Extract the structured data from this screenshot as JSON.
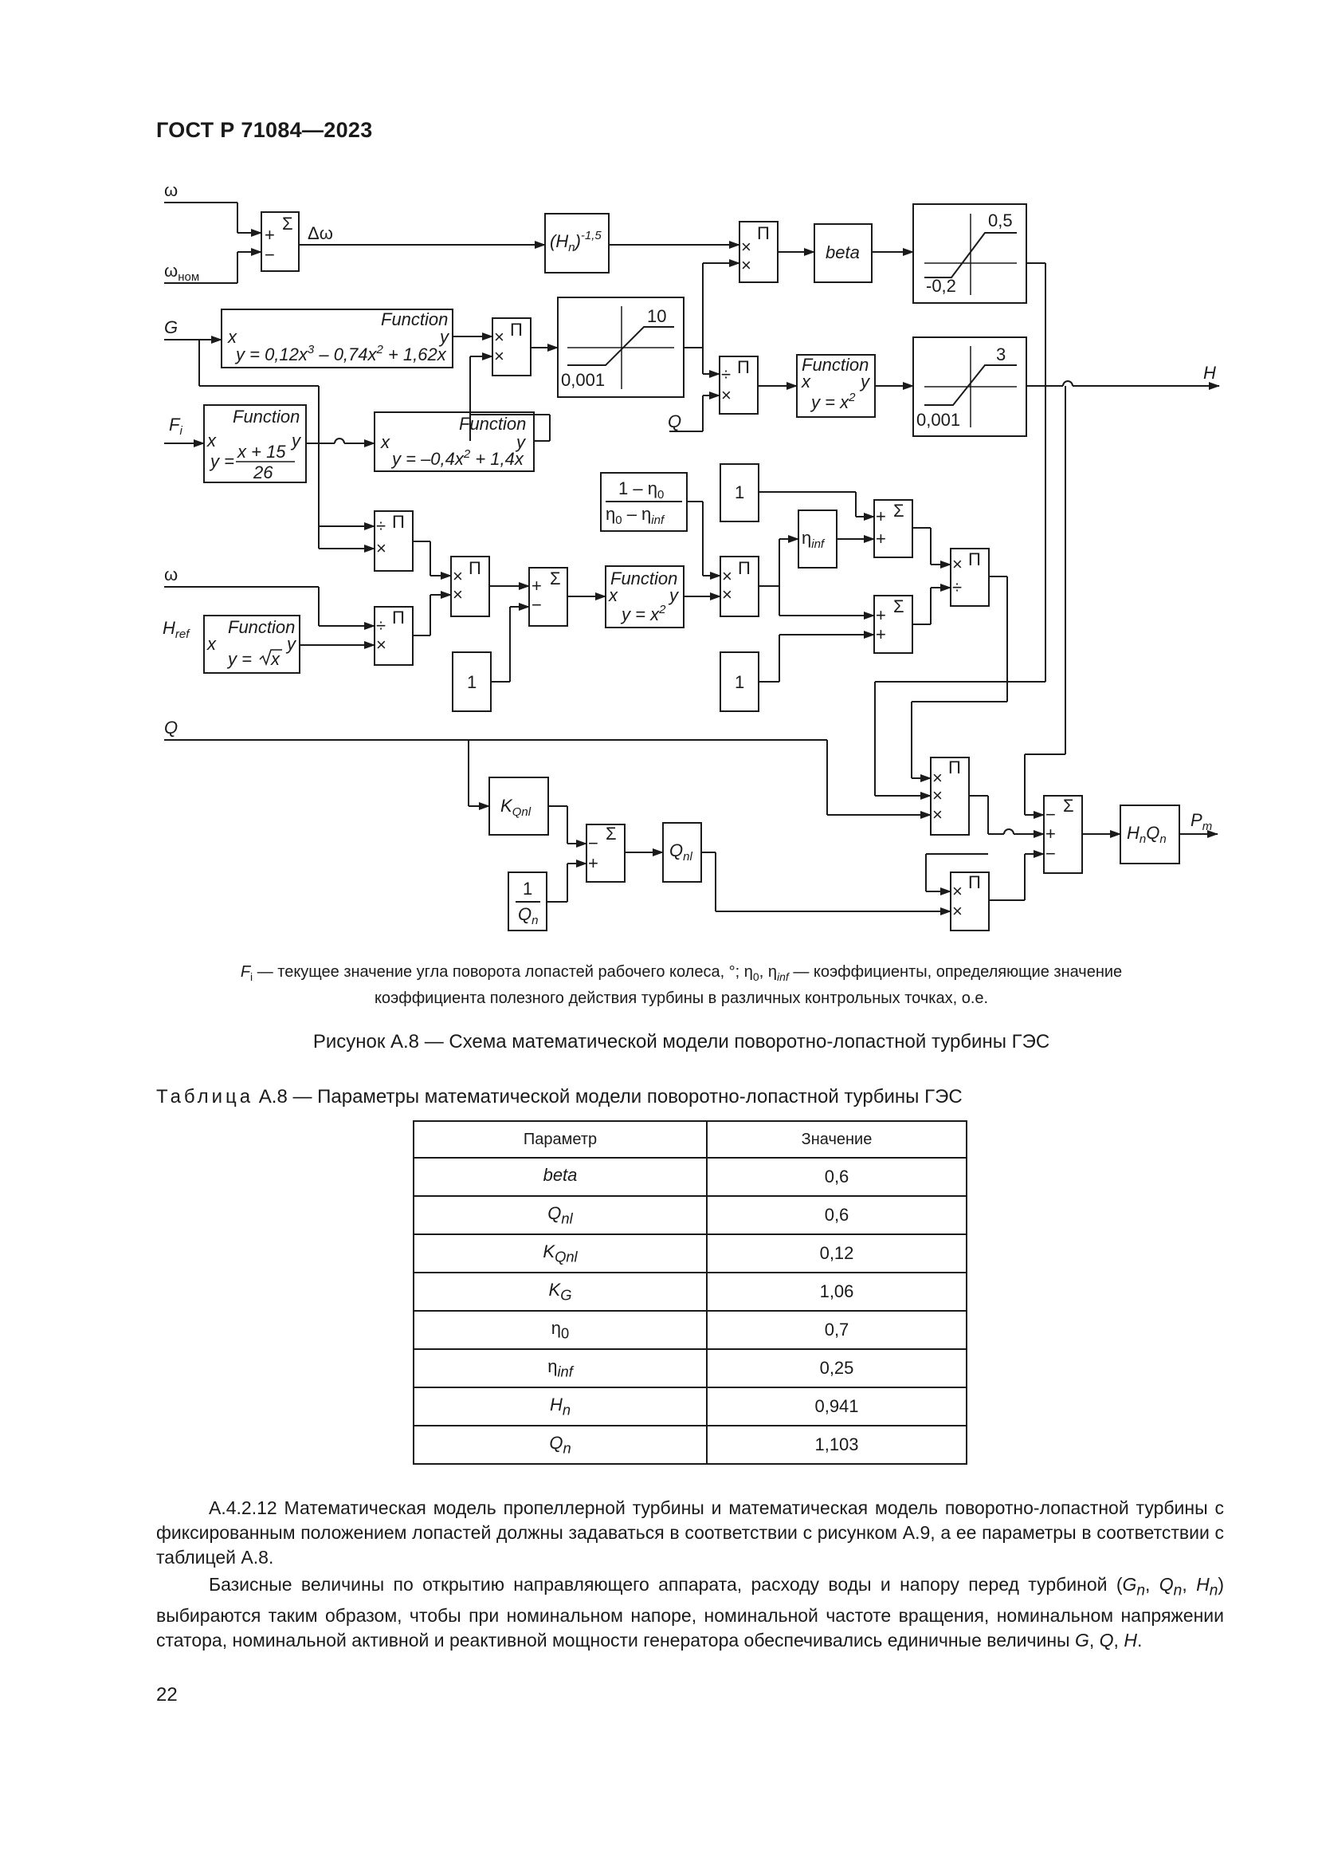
{
  "header": {
    "standard": "ГОСТ Р 71084—2023"
  },
  "diagram": {
    "inputs": {
      "omega": "ω",
      "omega_nom": "ω",
      "omega_nom_sub": "ном",
      "G": "G",
      "Fi": "F",
      "Fi_sub": "i",
      "omega2": "ω",
      "Href": "H",
      "Href_sub": "ref",
      "Q1": "Q",
      "Q2": "Q"
    },
    "signals": {
      "delta_omega": "Δω",
      "H_out": "H",
      "Pm": "P",
      "Pm_sub": "m"
    },
    "ops": {
      "sum": "Σ",
      "prod": "Π",
      "plus": "+",
      "minus": "−",
      "mul": "×",
      "div": "÷"
    },
    "blocks": {
      "hn_pow": {
        "base": "(H",
        "sub": "n",
        "close": ")",
        "exp": "-1,5"
      },
      "beta": "beta",
      "function_word": "Function",
      "fx": "x",
      "fy": "y",
      "f_G": {
        "y": "y = 0,12x",
        "e1": "3",
        "m1": " – 0,74x",
        "e2": "2",
        "m2": " + 1,62x"
      },
      "f_Fi": {
        "lhs": "y =",
        "num": "x + 15",
        "den": "26"
      },
      "f_mid": {
        "y": "y = –0,4x",
        "e1": "2",
        "m1": " + 1,4x"
      },
      "f_sq": {
        "y": "y = x",
        "e1": "2"
      },
      "f_sqrt": {
        "y": "y = ",
        "rad": "x"
      },
      "sat1": {
        "hi": "0,5",
        "lo": "-0,2"
      },
      "sat2": {
        "hi": "10",
        "lo": "0,001"
      },
      "sat3": {
        "hi": "3",
        "lo": "0,001"
      },
      "eta_frac": {
        "num": "1 – η",
        "num_sub": "0",
        "den_a": "η",
        "den_a_sub": "0",
        "den_b": " – η",
        "den_b_sub": "inf"
      },
      "one": "1",
      "eta_inf": {
        "eta": "η",
        "sub": "inf"
      },
      "kqnl": {
        "k": "K",
        "sub": "Qnl"
      },
      "qnl": {
        "q": "Q",
        "sub": "nl"
      },
      "inv_qn": {
        "num": "1",
        "den": "Q",
        "den_sub": "n"
      },
      "hnqn": {
        "h": "H",
        "hs": "n",
        "q": "Q",
        "qs": "n"
      }
    }
  },
  "note": {
    "l1_a": "F",
    "l1_a_sub": "i",
    "l1_b": " — текущее значение угла поворота лопастей рабочего колеса, °; η",
    "l1_c_sub": "0",
    "l1_d": ", η",
    "l1_e_sub": "inf",
    "l1_f": " — коэффициенты, определяющие значение",
    "l2": "коэффициента полезного действия турбины в различных контрольных точках, о.е."
  },
  "figure_caption": "Рисунок А.8 — Схема математической модели поворотно-лопастной турбины ГЭС",
  "table": {
    "label": "Таблица",
    "caption": " А.8 — Параметры математической модели поворотно-лопастной турбины ГЭС",
    "headers": [
      "Параметр",
      "Значение"
    ],
    "rows": [
      {
        "p": "beta",
        "s": "",
        "v": "0,6"
      },
      {
        "p": "Q",
        "s": "nl",
        "v": "0,6"
      },
      {
        "p": "K",
        "s": "Qnl",
        "v": "0,12"
      },
      {
        "p": "K",
        "s": "G",
        "v": "1,06"
      },
      {
        "p": "η",
        "s": "0",
        "v": "0,7"
      },
      {
        "p": "η",
        "s": "inf",
        "v": "0,25"
      },
      {
        "p": "H",
        "s": "n",
        "v": "0,941"
      },
      {
        "p": "Q",
        "s": "n",
        "v": "1,103"
      }
    ]
  },
  "para1": "А.4.2.12 Математическая модель пропеллерной турбины и математическая модель поворотно-лопастной турбины с фиксированным положением лопастей должны задаваться в соответствии с рисунком А.9, а ее параметры в соответствии с таблицей А.8.",
  "para2": {
    "a": "Базисные величины по открытию направляющего аппарата, расходу воды и напору перед турбиной (",
    "gn": "G",
    "gn_s": "n",
    "comma": ", ",
    "qn": "Q",
    "qn_s": "n",
    "comma2": ", ",
    "hn": "H",
    "hn_s": "n",
    "b": ") выбираются таким образом, чтобы при номинальном напоре, номинальной частоте вращения, номинальном напряжении статора, номинальной активной и реактивной мощности генератора обеспечивались единичные величины ",
    "g": "G",
    "c1": ", ",
    "q": "Q",
    "c2": ", ",
    "h": "H",
    "end": "."
  },
  "page_number": "22"
}
